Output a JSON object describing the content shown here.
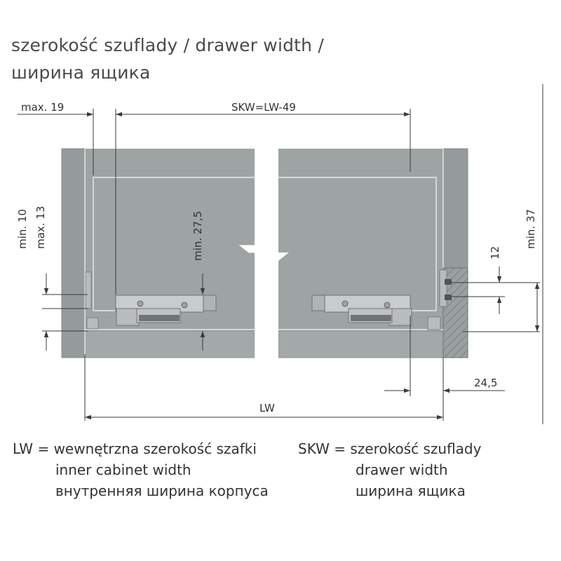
{
  "title": {
    "line1": "szerokość szuflady / drawer width /",
    "line2": "ширина ящика"
  },
  "dimensions": {
    "max19": "max. 19",
    "skw_formula": "SKW=LW-49",
    "min10": "min. 10",
    "max13": "max. 13",
    "min275": "min. 27,5",
    "min37": "min. 37",
    "d12": "12",
    "d245": "24,5",
    "lw": "LW"
  },
  "legend": {
    "lw": {
      "key": "LW",
      "eq": "=",
      "pl": "wewnętrzna szerokość szafki",
      "en": "inner cabinet width",
      "ru": "внутренняя ширина корпуса"
    },
    "skw": {
      "key": "SKW",
      "eq": "=",
      "pl": "szerokość szuflady",
      "en": "drawer width",
      "ru": "ширина ящика"
    }
  },
  "colors": {
    "cabinet": "#9ea3a3",
    "cabinet_edge": "#8a8f8f",
    "drawer_line": "#e8eaea",
    "side_panel": "#8d9292",
    "hatch": "#6f7474",
    "dim_line": "#3a3a3a"
  }
}
